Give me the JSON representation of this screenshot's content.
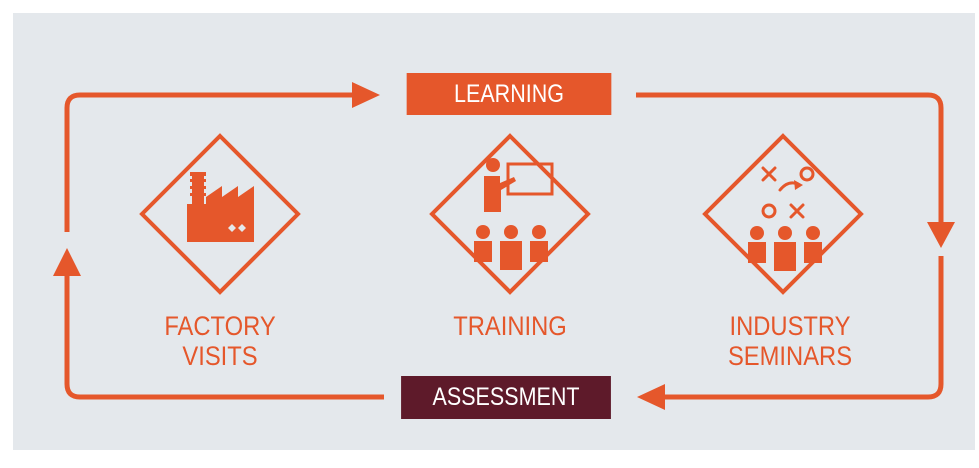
{
  "cycle": {
    "top_label": "LEARNING",
    "bottom_label": "ASSESSMENT"
  },
  "activities": [
    {
      "line1": "FACTORY",
      "line2": "VISITS",
      "icon": "factory-icon"
    },
    {
      "line1": "TRAINING",
      "line2": "",
      "icon": "presenter-icon"
    },
    {
      "line1": "INDUSTRY",
      "line2": "SEMINARS",
      "icon": "strategy-icon"
    }
  ],
  "colors": {
    "accent": "#e5572b",
    "dark_label": "#5e1a2a",
    "background": "#e4e8ec"
  }
}
